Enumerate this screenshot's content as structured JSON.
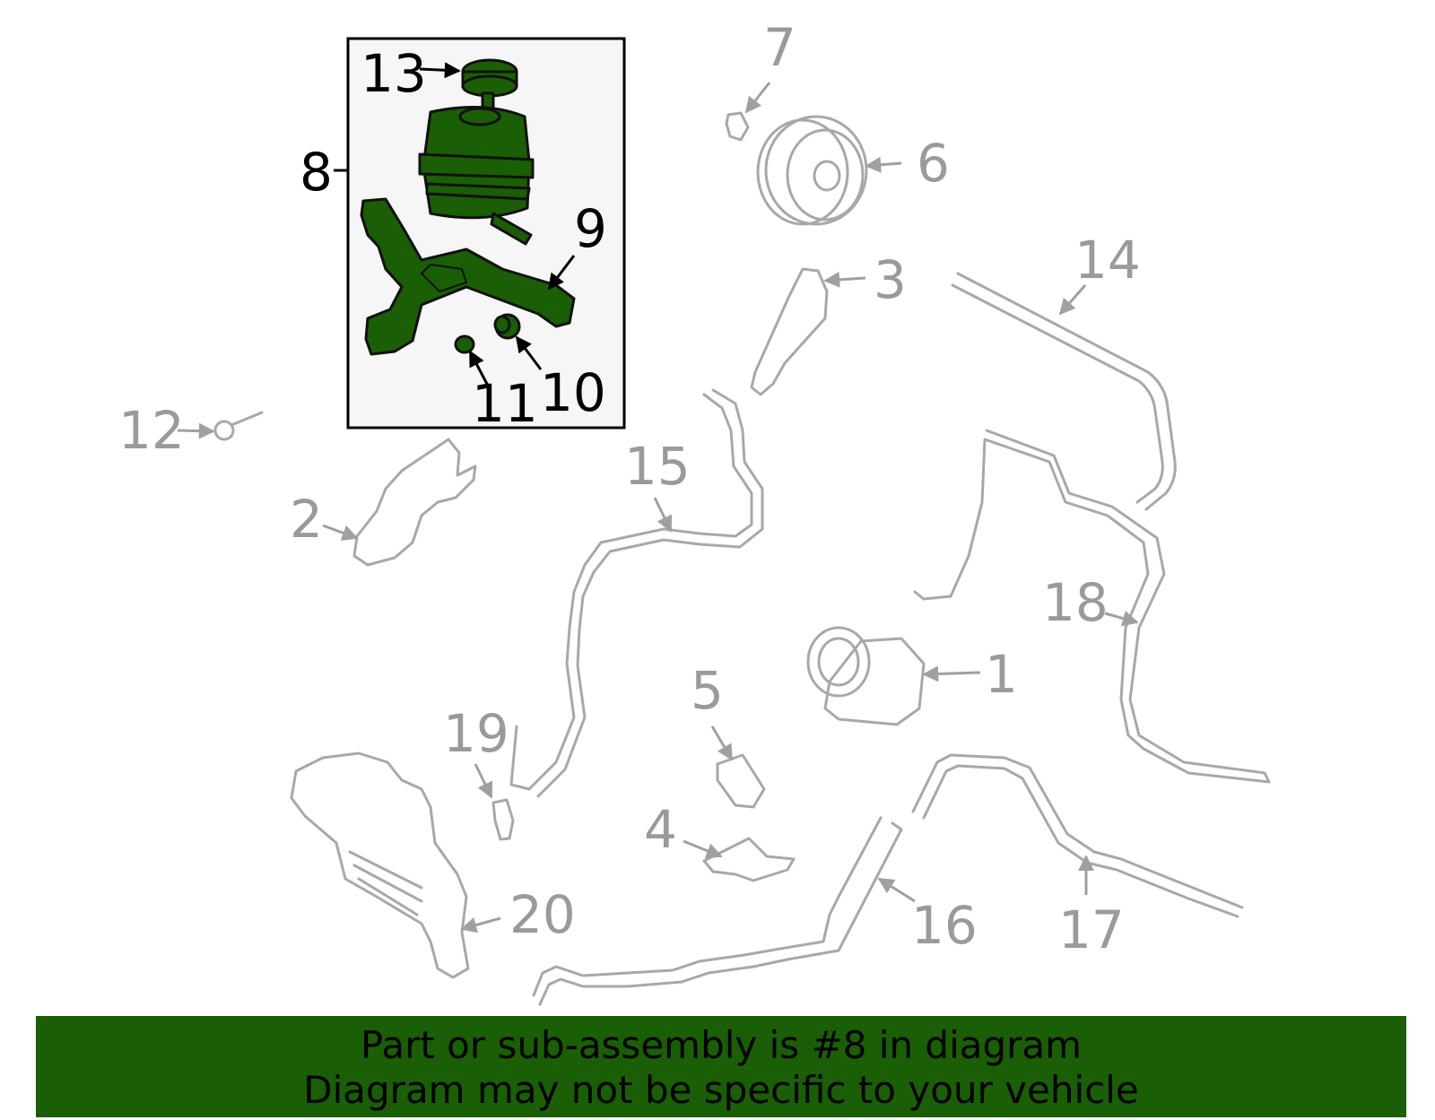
{
  "diagram": {
    "callouts": [
      "1",
      "2",
      "3",
      "4",
      "5",
      "6",
      "7",
      "8",
      "9",
      "10",
      "11",
      "12",
      "13",
      "14",
      "15",
      "16",
      "17",
      "18",
      "19",
      "20"
    ],
    "highlighted_callout": "8",
    "colors": {
      "highlight_fill": "#1a5e05",
      "part_stroke": "#a8a8a8",
      "inset_background": "#f6f6f6"
    }
  },
  "footer": {
    "line1": "Part or sub-assembly is #8 in diagram",
    "line2": "Diagram may not be specific to your vehicle",
    "background": "#1a5e05"
  }
}
